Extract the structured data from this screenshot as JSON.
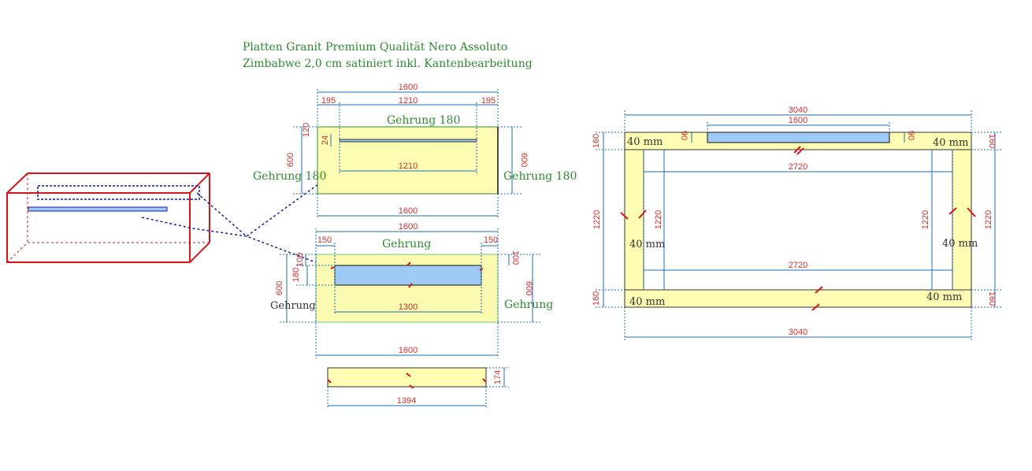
{
  "header": {
    "line1": "Platten Granit Premium Qualität Nero Assoluto",
    "line2": "Zimbabwe 2,0 cm satiniert inkl. Kantenbearbeitung"
  },
  "colors": {
    "panel_fill": "#fdfdb4",
    "panel_fill_alt": "#fafab0",
    "cutout_fill": "#9ecbf5",
    "dim_line": "#1f6fb8",
    "dim_text": "#d03030",
    "label_green": "#2e8b2e",
    "iso_box": "#d8161a",
    "iso_dash": "#1a1aa8"
  },
  "panel_top": {
    "width_total": "1600",
    "left_margin": "195",
    "center_span": "1210",
    "right_margin": "195",
    "top_margin": "120",
    "slot_height": "24",
    "left_height": "600",
    "right_height": "600",
    "inner_span": "1210",
    "bottom_width": "1600",
    "label_top": "Gehrung 180",
    "label_left": "Gehrung 180",
    "label_right": "Gehrung 180"
  },
  "panel_middle": {
    "width_total": "1600",
    "left_margin": "150",
    "right_margin": "150",
    "top_100_left": "100",
    "top_100_right": "100",
    "cutout_height": "180",
    "left_height": "600",
    "right_height": "600",
    "cutout_width": "1300",
    "bottom_width": "1600",
    "label_top": "Gehrung",
    "label_left": "Gehrung",
    "label_right": "Gehrung"
  },
  "panel_strip": {
    "width": "1394",
    "height": "174"
  },
  "frame": {
    "width_top": "3040",
    "cutout_width": "1600",
    "cutout_left_offset": "90",
    "cutout_right_offset": "90",
    "side_left_top": "160",
    "side_right_top": "160",
    "inner_width_top": "2720",
    "inner_width_bottom": "2720",
    "outer_left_height": "1220",
    "inner_left_height": "1220",
    "inner_right_height": "1220",
    "outer_right_height": "1220",
    "side_left_bottom": "160",
    "side_right_bottom": "160",
    "width_bottom": "3040",
    "thick_tl": "40 mm",
    "thick_tr": "40 mm",
    "thick_ml": "40 mm",
    "thick_mr": "40 mm",
    "thick_bl": "40 mm",
    "thick_br": "40 mm"
  }
}
